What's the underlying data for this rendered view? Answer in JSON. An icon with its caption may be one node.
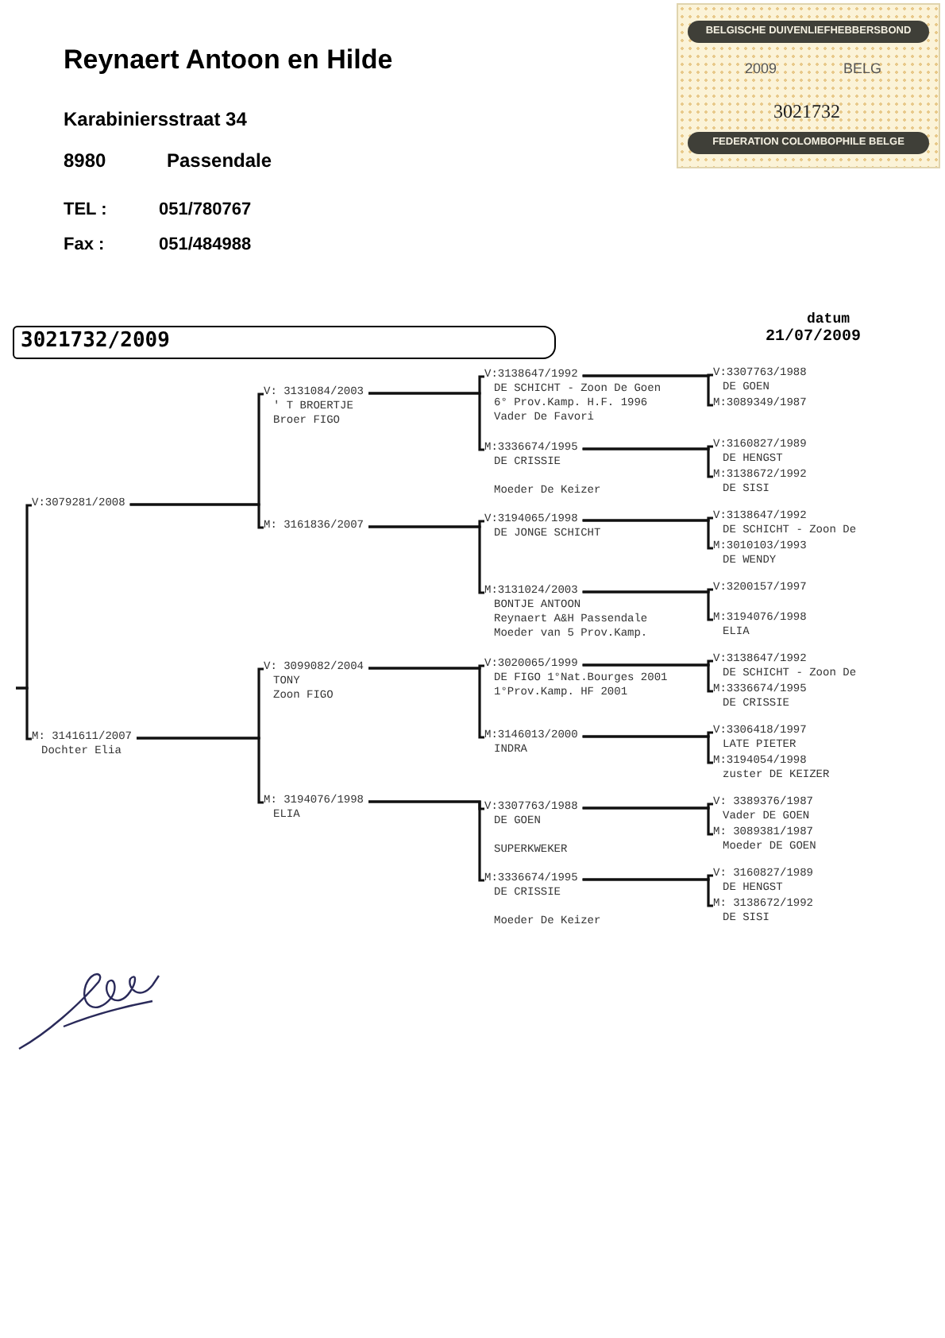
{
  "diagram": {
    "nodes": [
      {
        "text": [
          "BELGISCHE DUIVENLIEFHEBBERSBOND",
          "2009",
          "BELG",
          "3021732",
          "FEDERATION COLOMBOPHILE BELGE"
        ]
      },
      {
        "text": [
          "3021732/2009"
        ]
      },
      {
        "text": [
          "V:3079281/2008"
        ]
      },
      {
        "text": [
          "M: 3141611/2007",
          "Dochter Elia"
        ]
      },
      {
        "text": [
          "V: 3131084/2003",
          "' T BROERTJE",
          "Broer FIGO"
        ]
      },
      {
        "text": [
          "M: 3161836/2007"
        ]
      },
      {
        "text": [
          "V: 3099082/2004",
          "TONY",
          "Zoon FIGO"
        ]
      },
      {
        "text": [
          "M: 3194076/1998",
          "ELIA"
        ]
      },
      {
        "text": [
          "V:3138647/1992",
          "DE SCHICHT - Zoon De Goen",
          "6° Prov.Kamp. H.F. 1996",
          "Vader De Favori"
        ]
      },
      {
        "text": [
          "M:3336674/1995",
          "DE CRISSIE",
          "Moeder De Keizer"
        ]
      },
      {
        "text": [
          "V:3194065/1998",
          "DE JONGE SCHICHT"
        ]
      },
      {
        "text": [
          "M:3131024/2003",
          "BONTJE ANTOON",
          "Reynaert A&H Passendale",
          "Moeder van 5 Prov.Kamp."
        ]
      },
      {
        "text": [
          "V:3020065/1999",
          "DE FIGO 1°Nat.Bourges 2001",
          "1°Prov.Kamp. HF 2001"
        ]
      },
      {
        "text": [
          "M:3146013/2000",
          "INDRA"
        ]
      },
      {
        "text": [
          "V:3307763/1988",
          "DE GOEN",
          "SUPERKWEKER"
        ]
      },
      {
        "text": [
          "M:3336674/1995",
          "DE CRISSIE",
          "Moeder De Keizer"
        ]
      },
      {
        "text": [
          "V:3307763/1988",
          "DE GOEN"
        ]
      },
      {
        "text": [
          "M:3089349/1987"
        ]
      },
      {
        "text": [
          "V:3160827/1989",
          "DE HENGST"
        ]
      },
      {
        "text": [
          "M:3138672/1992",
          "DE SISI"
        ]
      },
      {
        "text": [
          "V:3138647/1992",
          "DE SCHICHT - Zoon De"
        ]
      },
      {
        "text": [
          "M:3010103/1993",
          "DE WENDY"
        ]
      },
      {
        "text": [
          "V:3200157/1997"
        ]
      },
      {
        "text": [
          "M:3194076/1998",
          "ELIA"
        ]
      },
      {
        "text": [
          "V:3138647/1992",
          "DE SCHICHT - Zoon De"
        ]
      },
      {
        "text": [
          "M:3336674/1995",
          "DE CRISSIE"
        ]
      },
      {
        "text": [
          "V:3306418/1997",
          "LATE PIETER"
        ]
      },
      {
        "text": [
          "M:3194054/1998",
          "zuster DE KEIZER"
        ]
      },
      {
        "text": [
          "V: 3389376/1987",
          "Vader DE GOEN"
        ]
      },
      {
        "text": [
          "M: 3089381/1987",
          "Moeder DE GOEN"
        ]
      },
      {
        "text": [
          "V: 3160827/1989",
          "DE HENGST"
        ]
      },
      {
        "text": [
          "M: 3138672/1992",
          "DE SISI"
        ]
      }
    ],
    "edges": [
      {
        "from": null,
        "to": 2,
        "arrow": "none"
      },
      {
        "from": null,
        "to": 3,
        "arrow": "none"
      },
      {
        "from": 2,
        "to": 4,
        "arrow": "none"
      },
      {
        "from": 2,
        "to": 5,
        "arrow": "none"
      },
      {
        "from": 3,
        "to": 6,
        "arrow": "none"
      },
      {
        "from": 3,
        "to": 7,
        "arrow": "none"
      },
      {
        "from": 4,
        "to": 8,
        "arrow": "none"
      },
      {
        "from": 4,
        "to": 9,
        "arrow": "none"
      },
      {
        "from": 5,
        "to": 10,
        "arrow": "none"
      },
      {
        "from": 5,
        "to": 11,
        "arrow": "none"
      },
      {
        "from": 6,
        "to": 12,
        "arrow": "none"
      },
      {
        "from": 6,
        "to": 13,
        "arrow": "none"
      },
      {
        "from": 7,
        "to": 14,
        "arrow": "none"
      },
      {
        "from": 7,
        "to": 15,
        "arrow": "none"
      },
      {
        "from": 8,
        "to": 16,
        "arrow": "none"
      },
      {
        "from": 8,
        "to": 17,
        "arrow": "none"
      },
      {
        "from": 9,
        "to": 18,
        "arrow": "none"
      },
      {
        "from": 9,
        "to": 19,
        "arrow": "none"
      },
      {
        "from": 10,
        "to": 20,
        "arrow": "none"
      },
      {
        "from": 10,
        "to": 21,
        "arrow": "none"
      },
      {
        "from": 11,
        "to": 22,
        "arrow": "none"
      },
      {
        "from": 11,
        "to": 23,
        "arrow": "none"
      },
      {
        "from": 12,
        "to": 24,
        "arrow": "none"
      },
      {
        "from": 12,
        "to": 25,
        "arrow": "none"
      },
      {
        "from": 13,
        "to": 26,
        "arrow": "none"
      },
      {
        "from": 13,
        "to": 27,
        "arrow": "none"
      },
      {
        "from": 14,
        "to": 28,
        "arrow": "none"
      },
      {
        "from": 14,
        "to": 29,
        "arrow": "none"
      },
      {
        "from": 15,
        "to": 30,
        "arrow": "none"
      },
      {
        "from": 15,
        "to": 31,
        "arrow": "none"
      }
    ],
    "labels": [
      "Reynaert Antoon en Hilde",
      "Karabiniersstraat 34",
      "8980",
      "Passendale",
      "TEL :",
      "051/780767",
      "Fax :",
      "051/484988",
      "datum",
      "21/07/2009"
    ]
  }
}
